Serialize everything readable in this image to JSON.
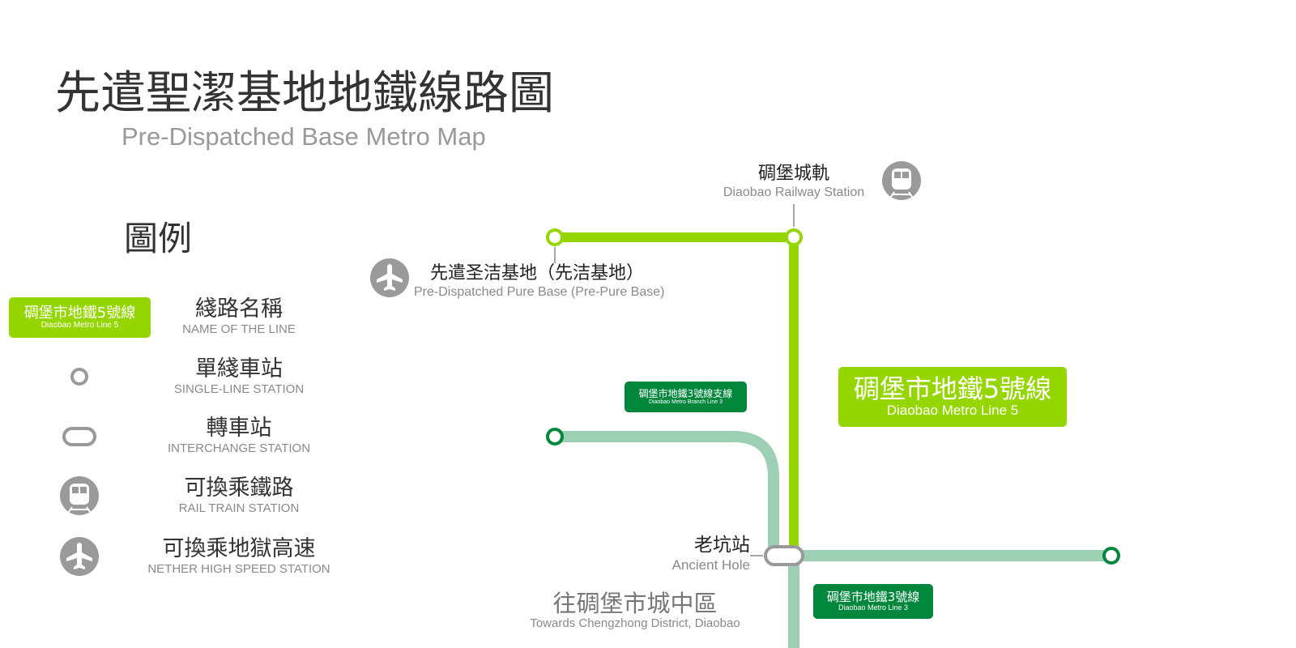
{
  "title": {
    "zh": "先遣聖潔基地地鐵線路圖",
    "en": "Pre-Dispatched Base Metro Map"
  },
  "colors": {
    "line5": "#96d600",
    "line3": "#9dcfb4",
    "line3_dark": "#00873c",
    "icon_gray": "#9a9a9a"
  },
  "legend": {
    "title": "圖例",
    "badge": {
      "zh": "碉堡市地鐵5號線",
      "en": "Diaobao Metro Line 5"
    },
    "items": [
      {
        "zh": "綫路名稱",
        "en": "NAME OF THE LINE",
        "icon": "line-badge"
      },
      {
        "zh": "單綫車站",
        "en": "SINGLE-LINE STATION",
        "icon": "single-station-icon"
      },
      {
        "zh": "轉車站",
        "en": "INTERCHANGE STATION",
        "icon": "interchange-station-icon"
      },
      {
        "zh": "可換乘鐵路",
        "en": "RAIL TRAIN STATION",
        "icon": "train-icon"
      },
      {
        "zh": "可換乘地獄高速",
        "en": "NETHER HIGH SPEED STATION",
        "icon": "airplane-icon"
      }
    ]
  },
  "stations": {
    "railway": {
      "zh": "碉堡城軌",
      "en": "Diaobao Railway Station"
    },
    "base": {
      "zh": "先遣圣洁基地（先洁基地）",
      "en": "Pre-Dispatched Pure Base (Pre-Pure Base)"
    },
    "ancient": {
      "zh": "老坑站",
      "en": "Ancient Hole"
    }
  },
  "lines": {
    "line5": {
      "zh": "碉堡市地鐵5號線",
      "en": "Diaobao Metro Line 5"
    },
    "branch3": {
      "zh": "碉堡市地鐵3號線支線",
      "en": "Diaobao Metro Branch Line 3"
    },
    "line3": {
      "zh": "碉堡市地鐵3號線",
      "en": "Diaobao Metro Line 3"
    }
  },
  "direction": {
    "zh": "往碉堡市城中區",
    "en": "Towards Chengzhong District, Diaobao"
  }
}
